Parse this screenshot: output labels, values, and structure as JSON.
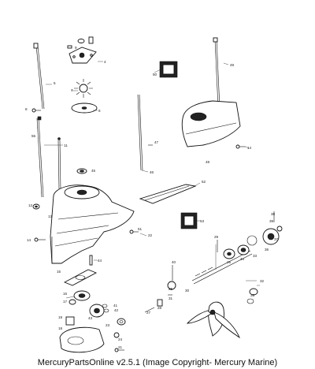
{
  "footer": {
    "caption": "MercuryPartsOnline v2.5.1 (Image Copyright- Mercury Marine)"
  },
  "callouts": {
    "c4": "4",
    "c5": "5",
    "c6": "6",
    "c7": "7",
    "c8": "8",
    "c9": "9",
    "c11": "11",
    "c12": "12",
    "c13": "13",
    "c14": "14",
    "c15": "15",
    "c16": "16",
    "c17": "17",
    "c18": "18",
    "c19": "19",
    "c21": "21",
    "c22": "22",
    "c23": "23",
    "c24": "24",
    "c25": "25",
    "c26": "26",
    "c27": "27",
    "c28": "28",
    "c29": "29",
    "c30": "30",
    "c31": "31",
    "c32": "32",
    "c33": "33",
    "c34": "34",
    "c35": "35",
    "c36": "36",
    "c37": "37",
    "c38": "38",
    "c39": "39",
    "c40": "40",
    "c41": "41",
    "c42": "42",
    "c43": "43",
    "c44": "44",
    "c45": "45",
    "c46": "46",
    "c47": "47",
    "c48": "48",
    "c49": "49",
    "c50": "50",
    "c51": "51",
    "c52": "52",
    "c53": "53",
    "c55": "55"
  }
}
